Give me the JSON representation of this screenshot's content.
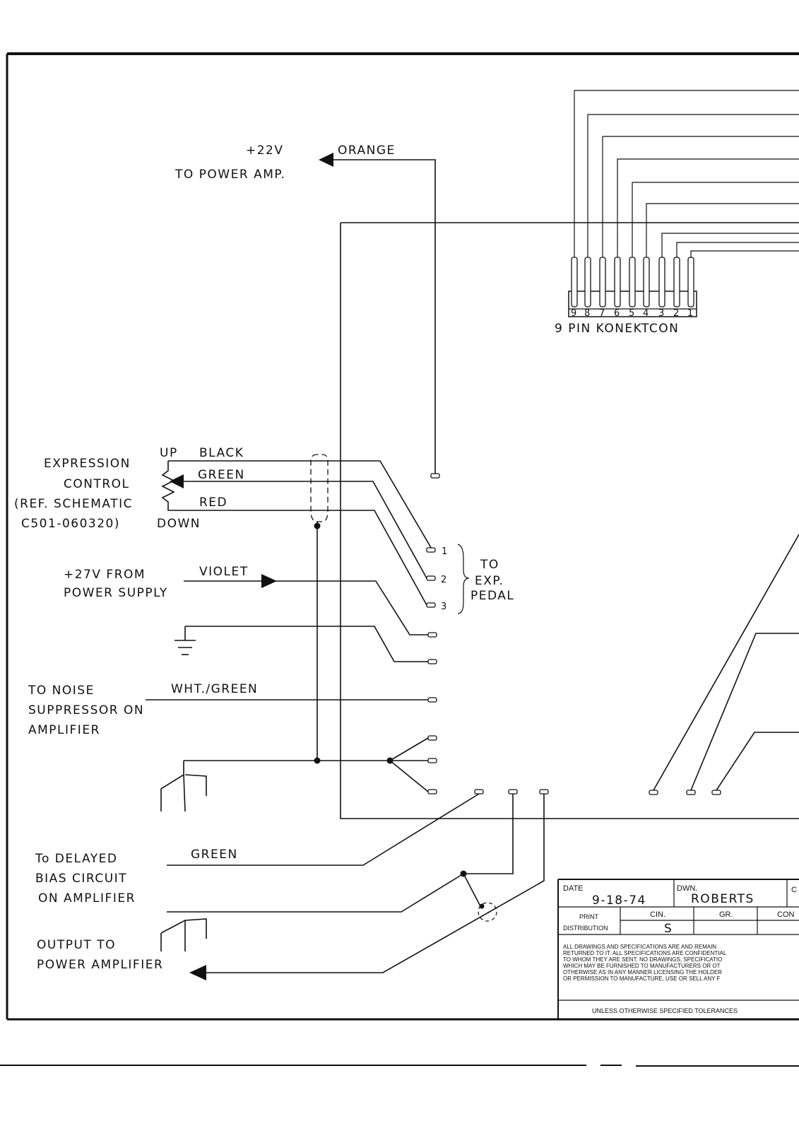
{
  "labels": {
    "plus22v": "+22V",
    "to_power_amp": "TO POWER AMP.",
    "orange": "ORANGE",
    "connector": "9 PIN KONEKTCON",
    "pin_numbers": [
      "9",
      "8",
      "7",
      "6",
      "5",
      "4",
      "3",
      "2",
      "1"
    ],
    "expression_1": "EXPRESSION",
    "expression_2": "CONTROL",
    "expression_3": "(REF. SCHEMATIC",
    "expression_4": "C501-060320)",
    "up": "UP",
    "down": "DOWN",
    "black": "BLACK",
    "green_top": "GREEN",
    "red": "RED",
    "pedal_pins": [
      "1",
      "2",
      "3"
    ],
    "to": "TO",
    "exp": "EXP.",
    "pedal": "PEDAL",
    "plus27v_1": "+27V FROM",
    "plus27v_2": "POWER SUPPLY",
    "violet": "VIOLET",
    "noise_1": "TO NOISE",
    "noise_2": "SUPPRESSOR ON",
    "noise_3": "AMPLIFIER",
    "wht_green": "WHT./GREEN",
    "delayed_1": "To DELAYED",
    "delayed_2": "BIAS CIRCUIT",
    "delayed_3": "ON AMPLIFIER",
    "green_bottom": "GREEN",
    "output_1": "OUTPUT TO",
    "output_2": "POWER AMPLIFIER"
  },
  "title_block": {
    "date_label": "DATE",
    "date_value": "9-18-74",
    "dwn_label": "DWN.",
    "dwn_value": "ROBERTS",
    "cut_c": "C",
    "print_label": "PRINT",
    "distribution_label": "DISTRIBUTION",
    "cin_label": "CIN.",
    "cin_value": "S",
    "gr_label": "GR.",
    "con_label": "CON",
    "notice_lines": [
      "ALL DRAWINGS AND SPECIFICATIONS ARE AND REMAIN",
      "RETURNED TO IT. ALL SPECIFICATIONS ARE CONFIDENTIAL",
      "TO WHOM THEY ARE SENT. NO DRAWINGS, SPECIFICATIO",
      "WHICH MAY BE FURNISHED TO MANUFACTURERS OR OT",
      "OTHERWISE AS IN ANY MANNER LICENSING THE HOLDER",
      "OR PERMISSION TO MANUFACTURE, USE OR SELL ANY F"
    ],
    "tolerance": "UNLESS OTHERWISE SPECIFIED TOLERANCES"
  }
}
